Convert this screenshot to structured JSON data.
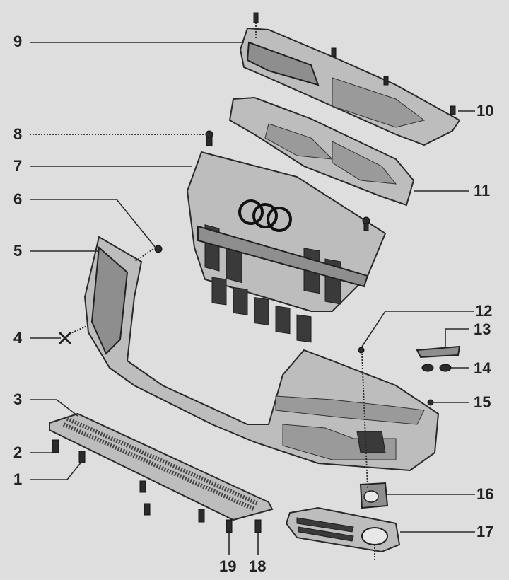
{
  "callouts": [
    {
      "id": "c9",
      "text": "9"
    },
    {
      "id": "c10",
      "text": "10"
    },
    {
      "id": "c8",
      "text": "8"
    },
    {
      "id": "c7",
      "text": "7"
    },
    {
      "id": "c11",
      "text": "11"
    },
    {
      "id": "c6",
      "text": "6"
    },
    {
      "id": "c5",
      "text": "5"
    },
    {
      "id": "c4",
      "text": "4"
    },
    {
      "id": "c12",
      "text": "12"
    },
    {
      "id": "c13",
      "text": "13"
    },
    {
      "id": "c14",
      "text": "14"
    },
    {
      "id": "c3",
      "text": "3"
    },
    {
      "id": "c15",
      "text": "15"
    },
    {
      "id": "c2",
      "text": "2"
    },
    {
      "id": "c1",
      "text": "1"
    },
    {
      "id": "c16",
      "text": "16"
    },
    {
      "id": "c17",
      "text": "17"
    },
    {
      "id": "c19",
      "text": "19"
    },
    {
      "id": "c18",
      "text": "18"
    }
  ]
}
